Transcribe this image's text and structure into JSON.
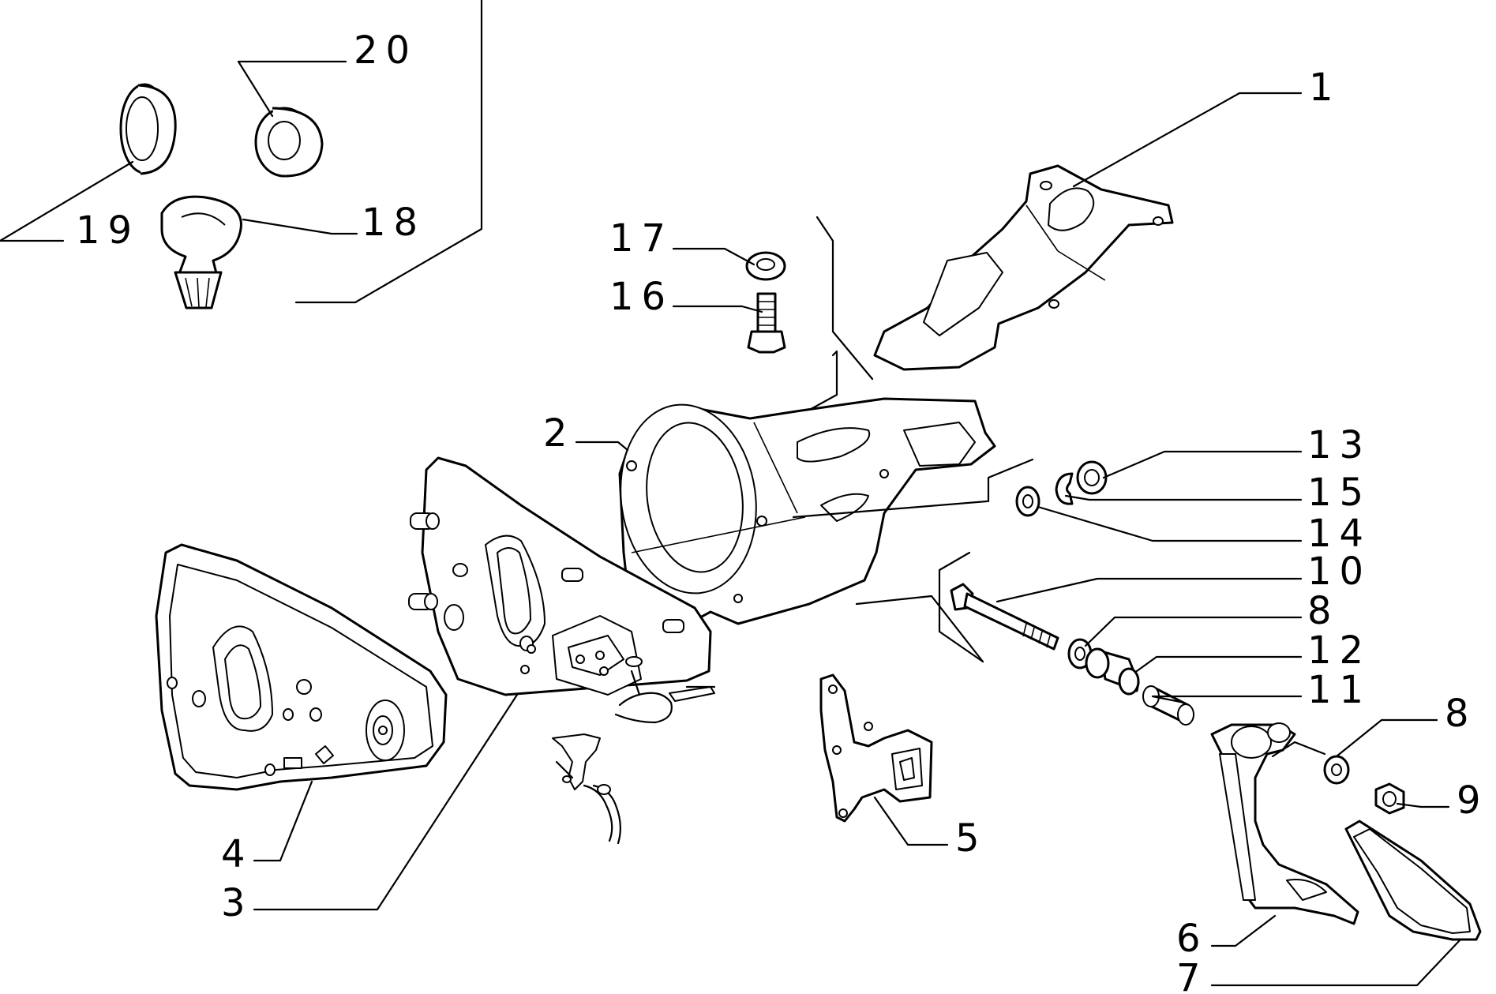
{
  "diagram": {
    "labels": [
      {
        "id": "1",
        "text": "1"
      },
      {
        "id": "2",
        "text": "2"
      },
      {
        "id": "3",
        "text": "3"
      },
      {
        "id": "4",
        "text": "4"
      },
      {
        "id": "5",
        "text": "5"
      },
      {
        "id": "6",
        "text": "6"
      },
      {
        "id": "7",
        "text": "7"
      },
      {
        "id": "8a",
        "text": "8"
      },
      {
        "id": "8b",
        "text": "8"
      },
      {
        "id": "9",
        "text": "9"
      },
      {
        "id": "10",
        "text": "10"
      },
      {
        "id": "11",
        "text": "11"
      },
      {
        "id": "12",
        "text": "12"
      },
      {
        "id": "13",
        "text": "13"
      },
      {
        "id": "14",
        "text": "14"
      },
      {
        "id": "15",
        "text": "15"
      },
      {
        "id": "16",
        "text": "16"
      },
      {
        "id": "17",
        "text": "17"
      },
      {
        "id": "18",
        "text": "18"
      },
      {
        "id": "19",
        "text": "19"
      },
      {
        "id": "20",
        "text": "20"
      }
    ]
  }
}
